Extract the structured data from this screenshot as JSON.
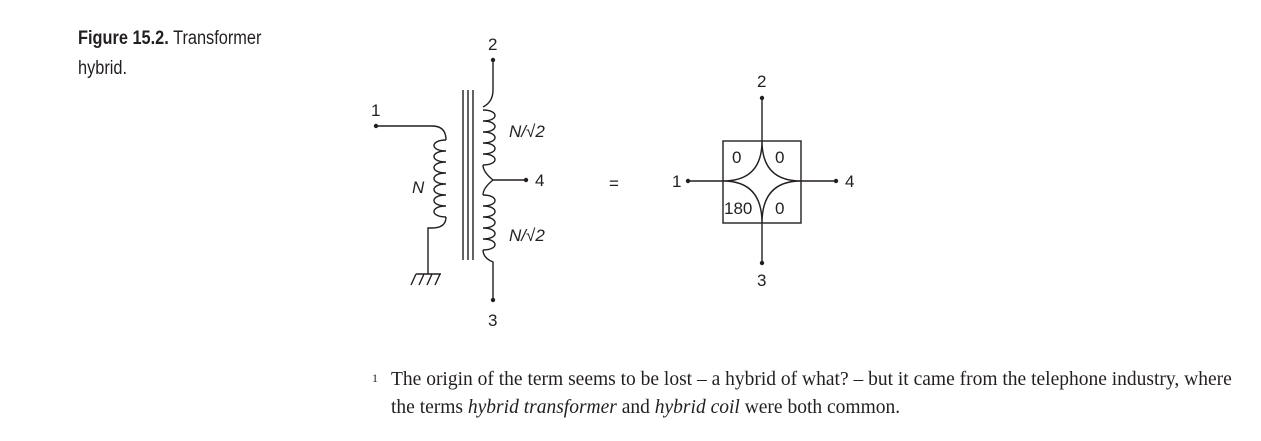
{
  "caption": {
    "label": "Figure 15.2.",
    "text": "Transformer hybrid."
  },
  "transformer": {
    "port_1": "1",
    "port_2": "2",
    "port_3": "3",
    "port_4": "4",
    "primary_winding": "N",
    "upper_winding": "N/√2",
    "lower_winding": "N/√2"
  },
  "equals_sign": "=",
  "hybrid_symbol": {
    "port_1": "1",
    "port_2": "2",
    "port_3": "3",
    "port_4": "4",
    "phase_top_left": "0",
    "phase_top_right": "0",
    "phase_bottom_left": "180",
    "phase_bottom_right": "0"
  },
  "footnote": {
    "mark": "1",
    "text_1": "The origin of the term seems to be lost – a hybrid of what? – but it came from the telephone industry, where the terms ",
    "term_1": "hybrid transformer",
    "text_2": " and ",
    "term_2": "hybrid coil",
    "text_3": " were both common."
  }
}
